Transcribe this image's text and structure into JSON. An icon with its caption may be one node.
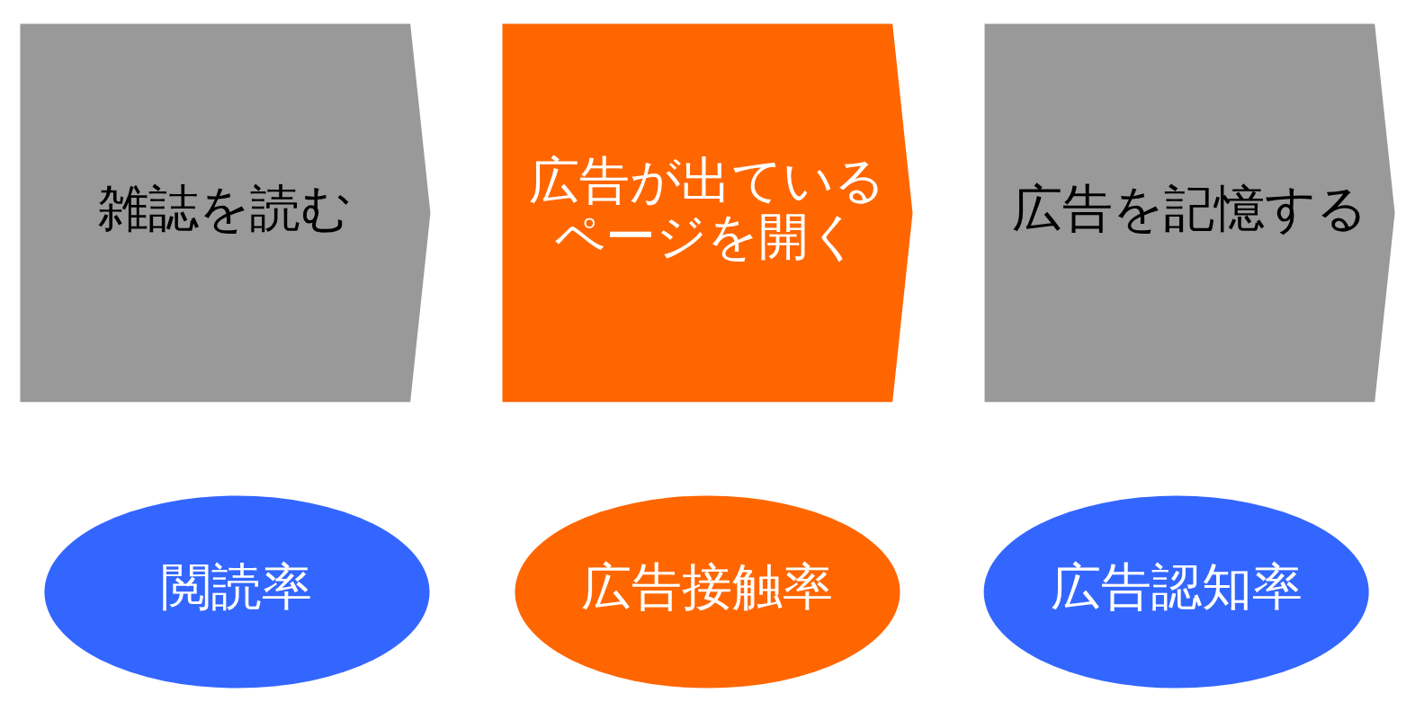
{
  "diagram": {
    "nodes": [
      {
        "text": [
          "雑誌を読む"
        ]
      },
      {
        "text": [
          "広告が出ているページを開く"
        ]
      },
      {
        "text": [
          "広告を記憶する"
        ]
      },
      {
        "text": [
          "閲読率"
        ]
      },
      {
        "text": [
          "広告接触率"
        ]
      },
      {
        "text": [
          "広告認知率"
        ]
      }
    ],
    "edges": []
  }
}
